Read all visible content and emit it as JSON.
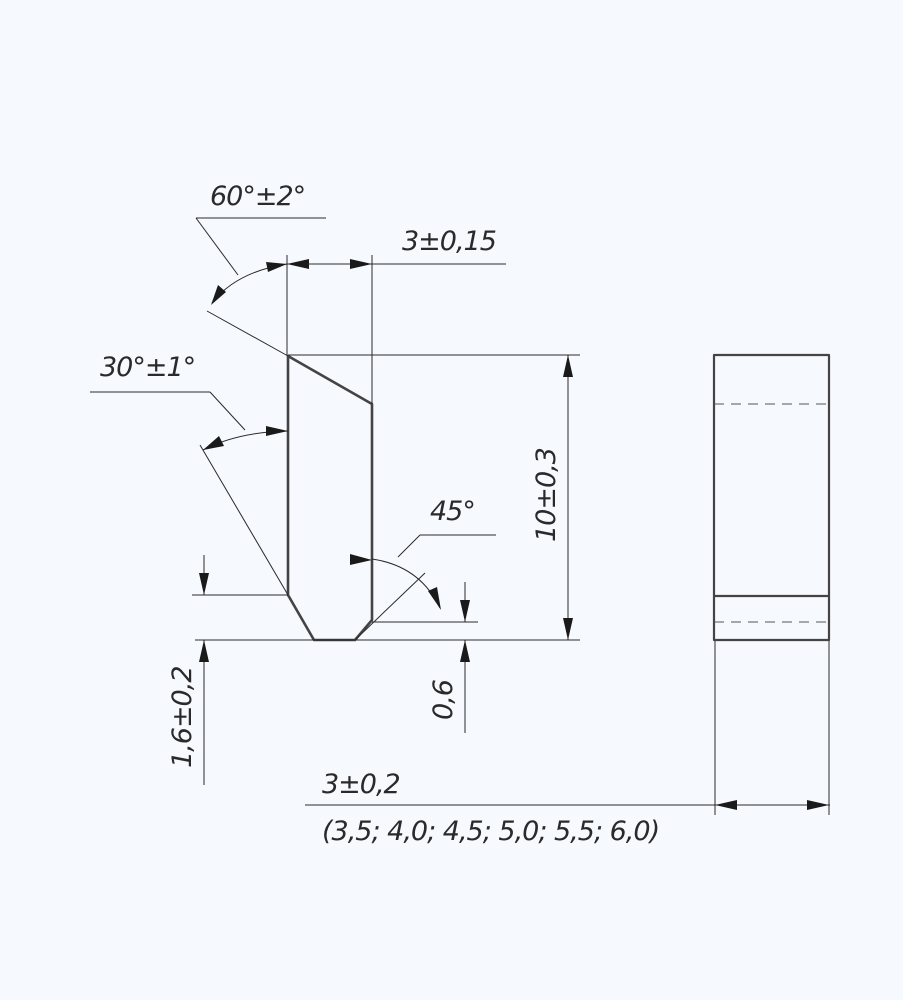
{
  "dimensions": {
    "angle_top": "60°±2°",
    "width_tip": "3±0,15",
    "angle_side": "30°±1°",
    "angle_bevel": "45°",
    "height_total": "10±0,3",
    "height_bottom": "1,6±0,2",
    "chamfer": "0,6",
    "width_side": "3±0,2",
    "width_options": "(3,5; 4,0; 4,5; 5,0; 5,5; 6,0)"
  }
}
